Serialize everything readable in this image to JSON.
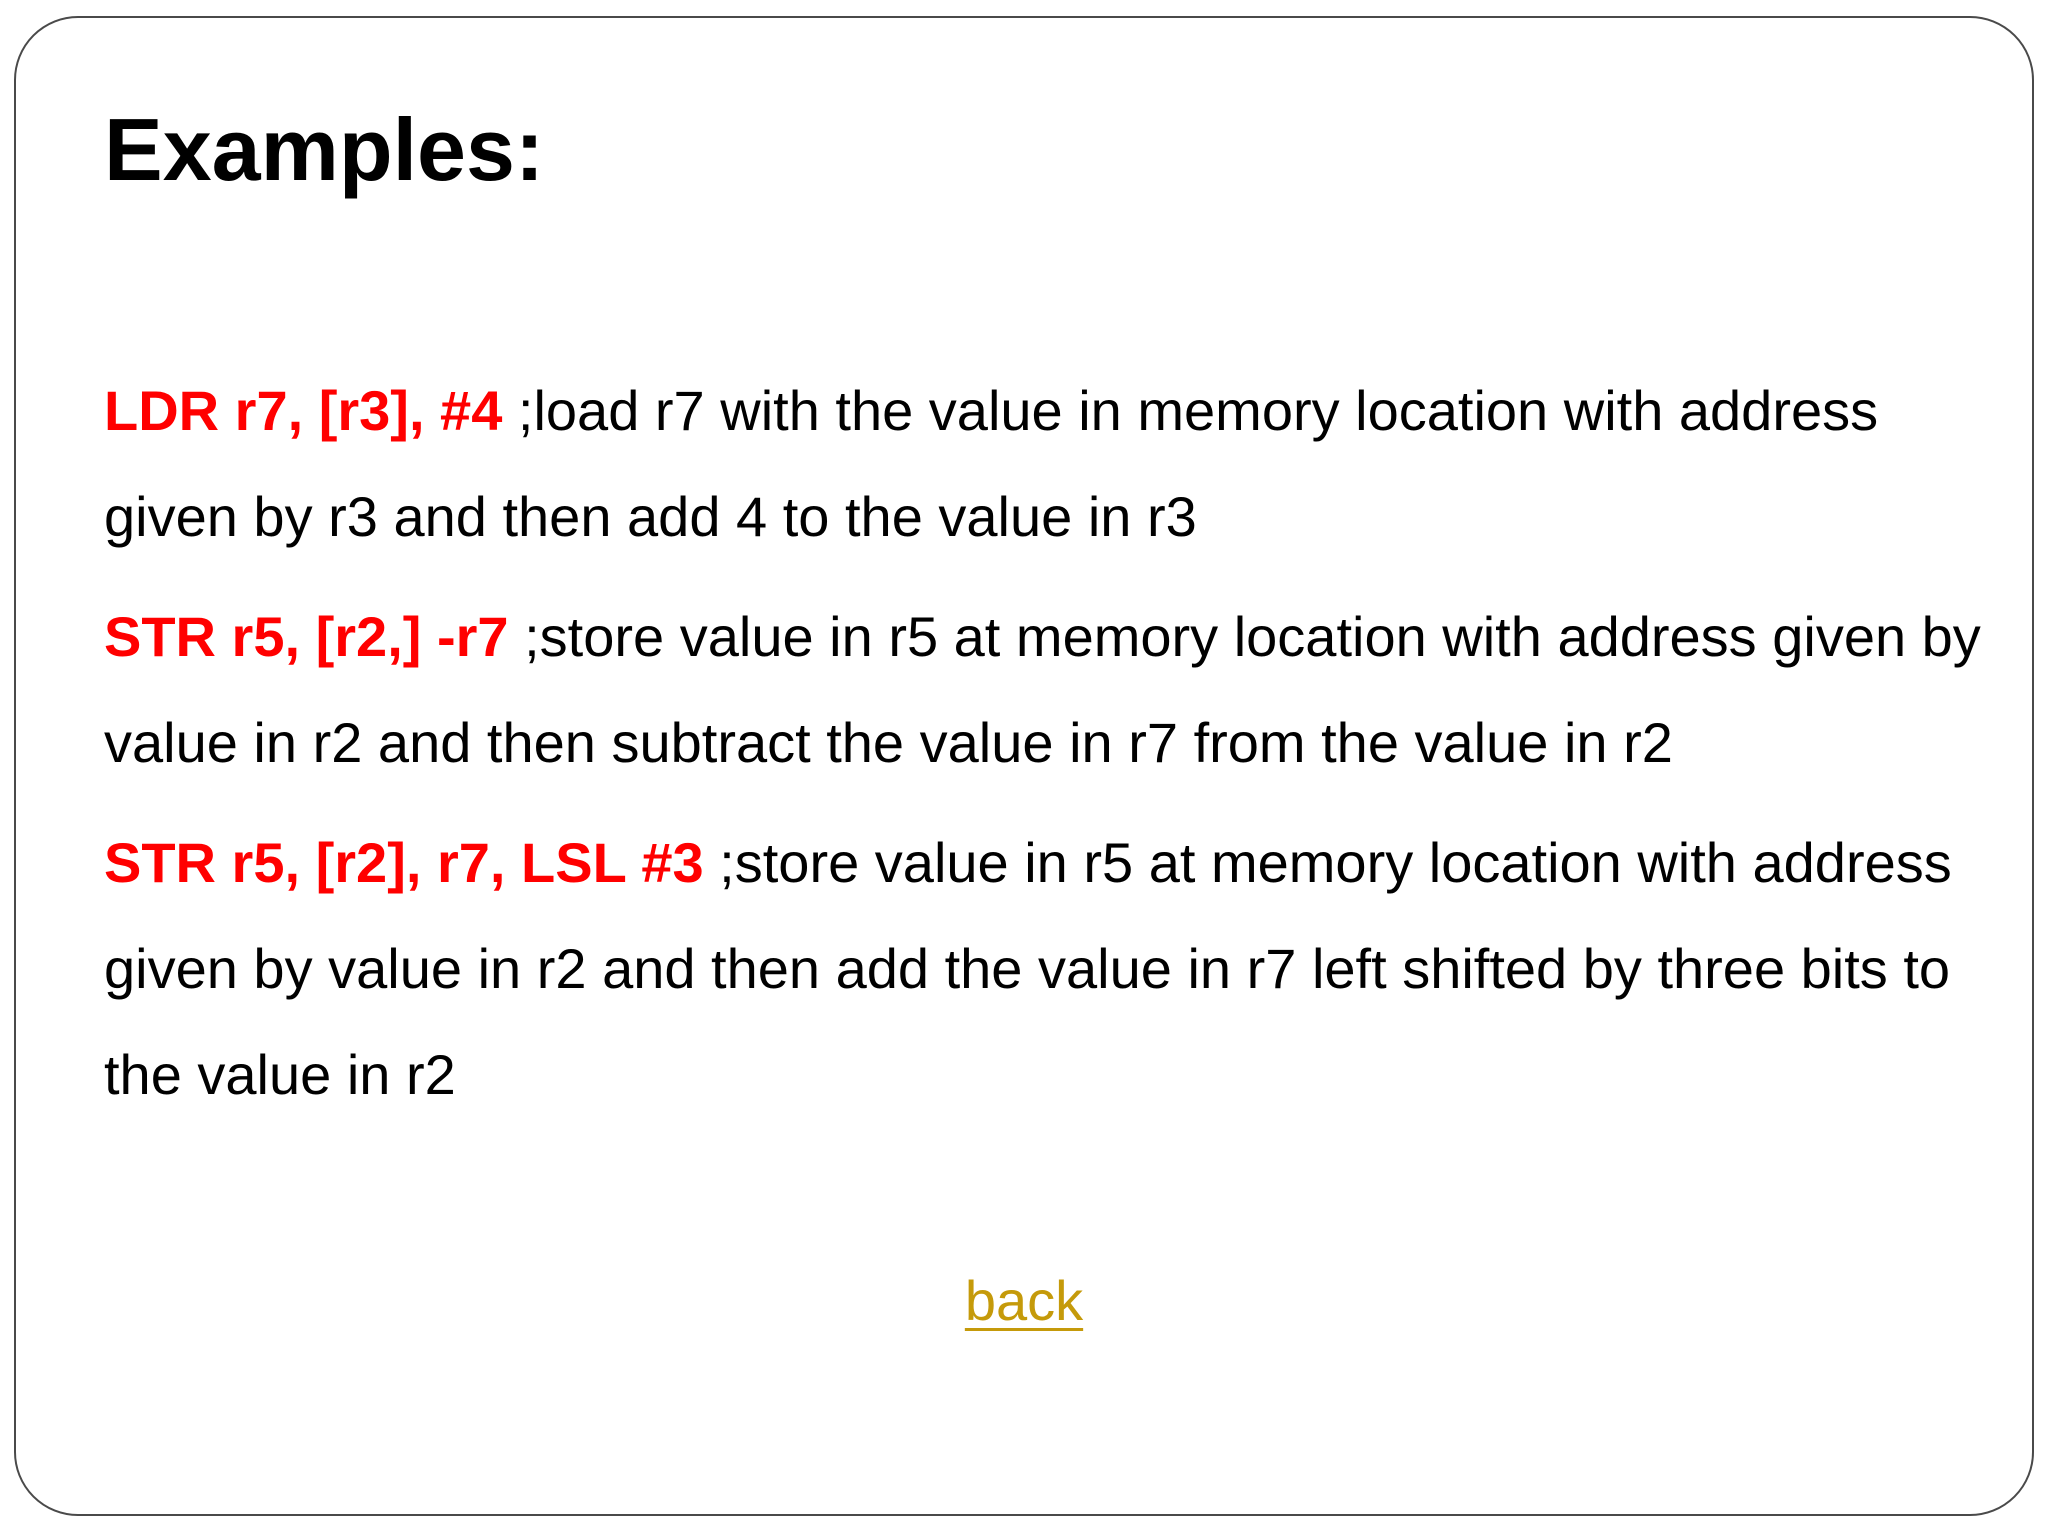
{
  "slide": {
    "title": "Examples:",
    "examples": [
      {
        "code": "LDR r7, [r3], #4",
        "description": " ;load r7 with the value in memory location with address given by r3 and then add 4 to the value in r3"
      },
      {
        "code": "STR r5, [r2,] -r7",
        "description": " ;store value in r5 at memory location with address given by value in r2 and then subtract the value in r7 from the value in r2"
      },
      {
        "code": "STR r5, [r2], r7, LSL #3",
        "description": " ;store value in r5 at memory location with address given by value in r2 and then add the value in r7 left shifted by three bits to the value in r2"
      }
    ],
    "back_link": "back"
  },
  "colors": {
    "code": "#ff0000",
    "link": "#c59a0a",
    "text": "#000000",
    "border": "#4a4a4a"
  }
}
